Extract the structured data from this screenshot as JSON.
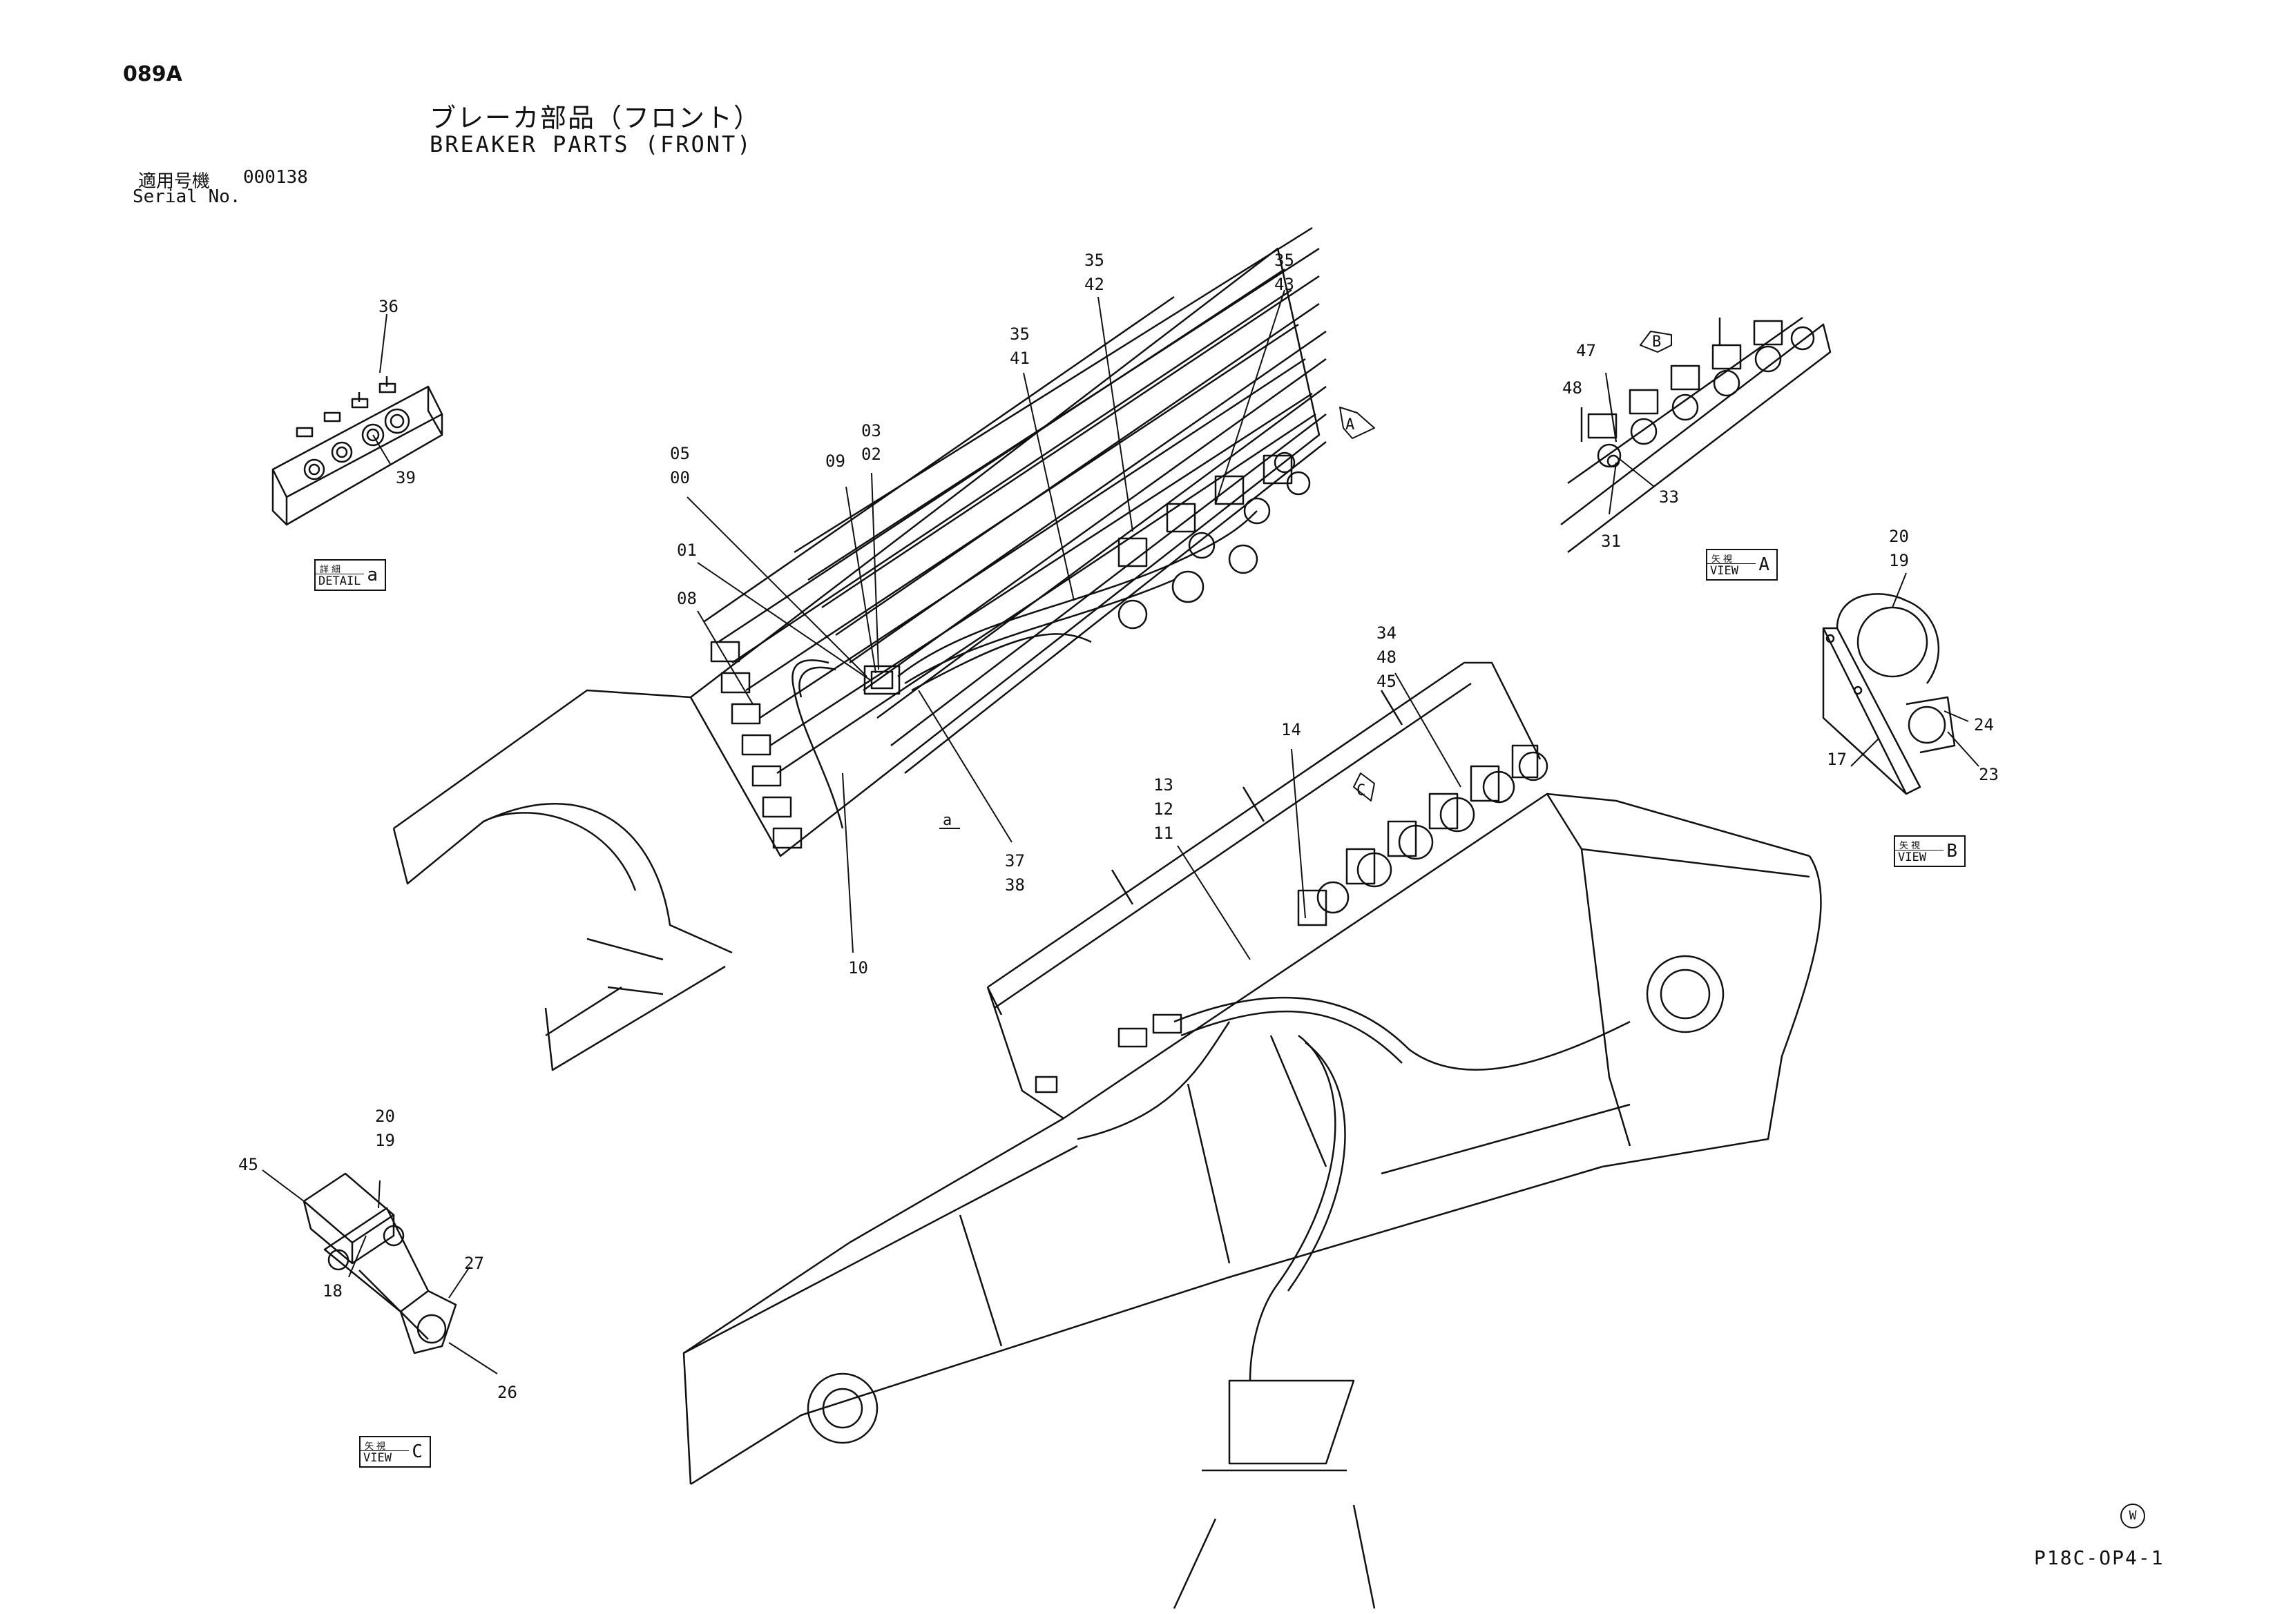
{
  "header": {
    "page_code": "089A",
    "title_jp": "ブレーカ部品（フロント）",
    "title_en": "BREAKER PARTS (FRONT)",
    "serial_label_jp": "適用号機",
    "serial_value": "000138",
    "serial_label_en": "Serial No."
  },
  "footer": {
    "doc_code": "P18C-OP4-1",
    "mark": "W"
  },
  "view_boxes": {
    "detail_a": {
      "jp": "詳細",
      "en": "DETAIL",
      "letter": "a"
    },
    "view_a": {
      "jp": "矢視",
      "en": "VIEW",
      "letter": "A"
    },
    "view_b": {
      "jp": "矢視",
      "en": "VIEW",
      "letter": "B"
    },
    "view_c": {
      "jp": "矢視",
      "en": "VIEW",
      "letter": "C"
    }
  },
  "view_arrows": {
    "a": "A",
    "b": "B",
    "c": "C",
    "detail": "a"
  },
  "callouts": {
    "c36": "36",
    "c39": "39",
    "c05": "05",
    "c00": "00",
    "c09": "09",
    "c03": "03",
    "c02": "02",
    "c01": "01",
    "c08": "08",
    "c10": "10",
    "c37": "37",
    "c38": "38",
    "c35a": "35",
    "c41": "41",
    "c35b": "35",
    "c42": "42",
    "c35c": "35",
    "c43": "43",
    "c47": "47",
    "c48a": "48",
    "c31": "31",
    "c33": "33",
    "c20a": "20",
    "c19a": "19",
    "c24": "24",
    "c23": "23",
    "c17": "17",
    "c34": "34",
    "c48b": "48",
    "c45a": "45",
    "c14": "14",
    "c13": "13",
    "c12": "12",
    "c11": "11",
    "c20b": "20",
    "c19b": "19",
    "c45b": "45",
    "c18": "18",
    "c27": "27",
    "c26": "26"
  }
}
